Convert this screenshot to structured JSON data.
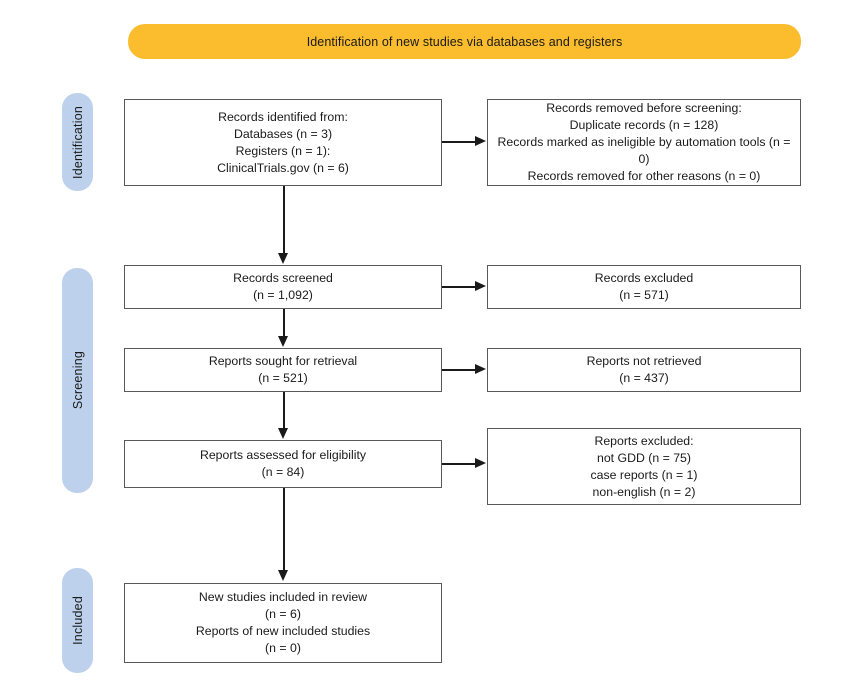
{
  "banner": {
    "title": "Identification of new studies via databases and registers",
    "color": "#FBBC2E"
  },
  "stages": {
    "identification": "Identification",
    "screening": "Screening",
    "included": "Included",
    "color": "#BDD1EC"
  },
  "boxes": {
    "identified": {
      "lines": [
        "Records identified from:",
        "Databases (n = 3)",
        "Registers (n = 1):",
        "ClinicalTrials.gov (n = 6)"
      ]
    },
    "removed": {
      "lines": [
        "Records removed before screening:",
        "Duplicate records (n = 128)",
        "Records marked as ineligible by automation tools (n = 0)",
        "Records removed for other reasons (n = 0)"
      ]
    },
    "screened": {
      "lines": [
        "Records screened",
        "(n = 1,092)"
      ]
    },
    "excluded_records": {
      "lines": [
        "Records excluded",
        "(n = 571)"
      ]
    },
    "sought": {
      "lines": [
        "Reports sought for retrieval",
        "(n = 521)"
      ]
    },
    "not_retrieved": {
      "lines": [
        "Reports not retrieved",
        "(n = 437)"
      ]
    },
    "assessed": {
      "lines": [
        "Reports assessed for eligibility",
        "(n = 84)"
      ]
    },
    "excluded_reports": {
      "lines": [
        "Reports excluded:",
        "not GDD (n = 75)",
        "case reports (n = 1)",
        "non-english (n = 2)"
      ]
    },
    "included": {
      "lines": [
        "New studies included in review",
        "(n = 6)",
        "Reports of new included studies",
        "(n = 0)"
      ]
    }
  }
}
